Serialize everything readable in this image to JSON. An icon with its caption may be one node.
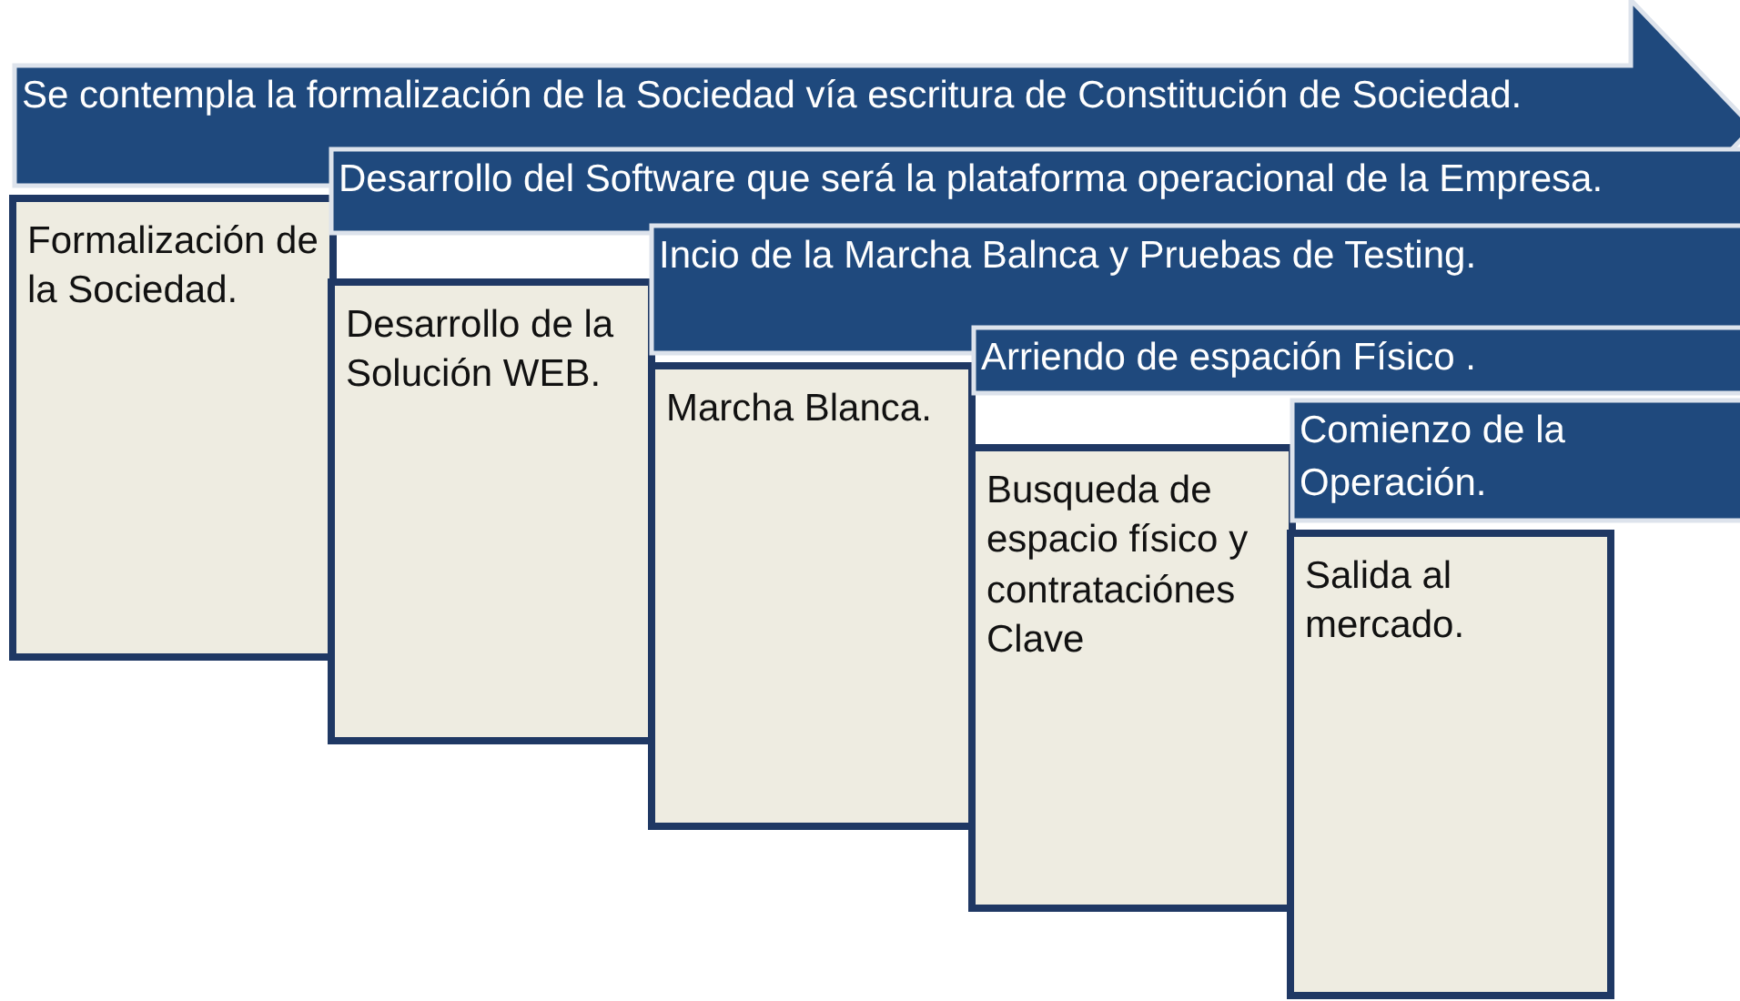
{
  "diagram": {
    "nodes": [
      {
        "text": [
          "Se contempla la formalización de la Sociedad vía escritura de Constitución de Sociedad."
        ]
      },
      {
        "text": [
          "Formalización de la Sociedad."
        ]
      },
      {
        "text": [
          "Desarrollo del Software que será la plataforma operacional de la Empresa."
        ]
      },
      {
        "text": [
          "Desarrollo de la Solución WEB."
        ]
      },
      {
        "text": [
          "Incio de la Marcha Balnca y Pruebas de Testing."
        ]
      },
      {
        "text": [
          "Marcha Blanca."
        ]
      },
      {
        "text": [
          "Arriendo de espación Físico ."
        ]
      },
      {
        "text": [
          "Busqueda de espacio físico y contrataciónes Clave"
        ]
      },
      {
        "text": [
          "Comienzo de la Operación."
        ]
      },
      {
        "text": [
          "Salida al mercado."
        ]
      }
    ]
  }
}
